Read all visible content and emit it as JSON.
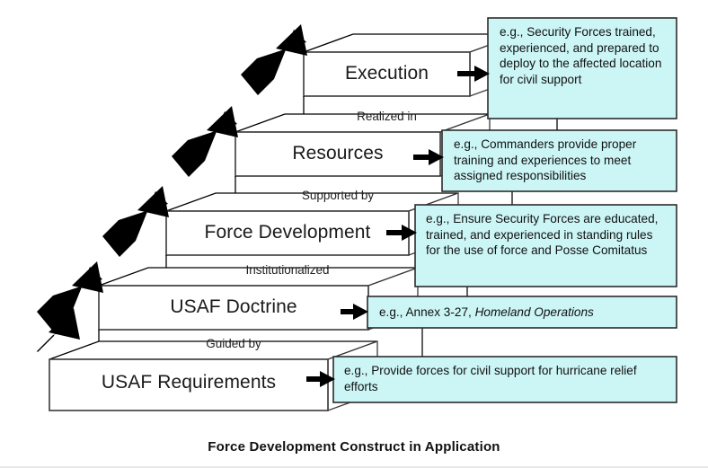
{
  "figure": {
    "caption": "Force Development Construct in Application",
    "colors": {
      "callout_fill": "#ccf5f5",
      "callout_stroke": "#2b2b2b",
      "step_fill": "#ffffff",
      "step_stroke": "#3a3a3a",
      "arrow": "#000000",
      "background": "#ffffff"
    },
    "steps": [
      {
        "label": "Execution",
        "relation_below": "Realized in"
      },
      {
        "label": "Resources",
        "relation_below": "Supported by"
      },
      {
        "label": "Force Development",
        "relation_below": "Institutionalized"
      },
      {
        "label": "USAF Doctrine",
        "relation_below": "Guided by"
      },
      {
        "label": "USAF Requirements",
        "relation_below": ""
      }
    ],
    "callouts": [
      {
        "text": "e.g., Security Forces trained, experienced, and prepared to deploy to the affected location for civil support"
      },
      {
        "text": "e.g., Commanders provide proper training and experiences to meet assigned responsibilities"
      },
      {
        "text": "e.g., Ensure Security Forces are educated, trained, and experienced in standing rules for the use of force and Posse Comitatus"
      },
      {
        "text_before": "e.g., Annex 3-27, ",
        "text_italic": "Homeland Operations",
        "text_after": ""
      },
      {
        "text": "e.g., Provide forces for civil support for hurricane relief efforts"
      }
    ],
    "ascend_arrows": [
      {
        "name": "ascend-arrow-to-execution"
      },
      {
        "name": "ascend-arrow-to-resources"
      },
      {
        "name": "ascend-arrow-to-force-development"
      },
      {
        "name": "ascend-arrow-to-usaf-doctrine"
      },
      {
        "name": "ascend-arrow-to-usaf-requirements"
      }
    ]
  }
}
